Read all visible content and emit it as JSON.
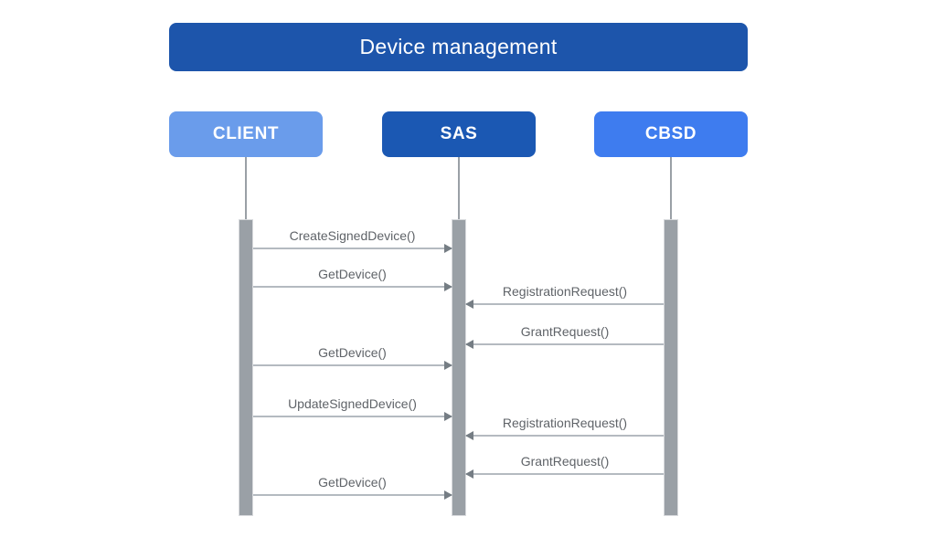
{
  "diagram": {
    "title": "Device management",
    "actors": [
      {
        "id": "client",
        "label": "CLIENT"
      },
      {
        "id": "sas",
        "label": "SAS"
      },
      {
        "id": "cbsd",
        "label": "CBSD"
      }
    ],
    "messages": [
      {
        "label": "CreateSignedDevice()",
        "from": "client",
        "to": "sas"
      },
      {
        "label": "GetDevice()",
        "from": "client",
        "to": "sas"
      },
      {
        "label": "RegistrationRequest()",
        "from": "cbsd",
        "to": "sas"
      },
      {
        "label": "GrantRequest()",
        "from": "cbsd",
        "to": "sas"
      },
      {
        "label": "GetDevice()",
        "from": "client",
        "to": "sas"
      },
      {
        "label": "UpdateSignedDevice()",
        "from": "client",
        "to": "sas"
      },
      {
        "label": "RegistrationRequest()",
        "from": "cbsd",
        "to": "sas"
      },
      {
        "label": "GrantRequest()",
        "from": "cbsd",
        "to": "sas"
      },
      {
        "label": "GetDevice()",
        "from": "client",
        "to": "sas"
      }
    ],
    "colors": {
      "title_bg": "#1d55ab",
      "client_bg": "#6a9ceb",
      "sas_bg": "#1b58b3",
      "cbsd_bg": "#3e7cef",
      "bar_fill": "#9aa0a6",
      "bar_border": "#d8dadd",
      "lifeline": "#9aa0a6",
      "arrow_line": "#b4bac0",
      "arrow_head": "#757d84",
      "label_text": "#5f6368"
    }
  }
}
